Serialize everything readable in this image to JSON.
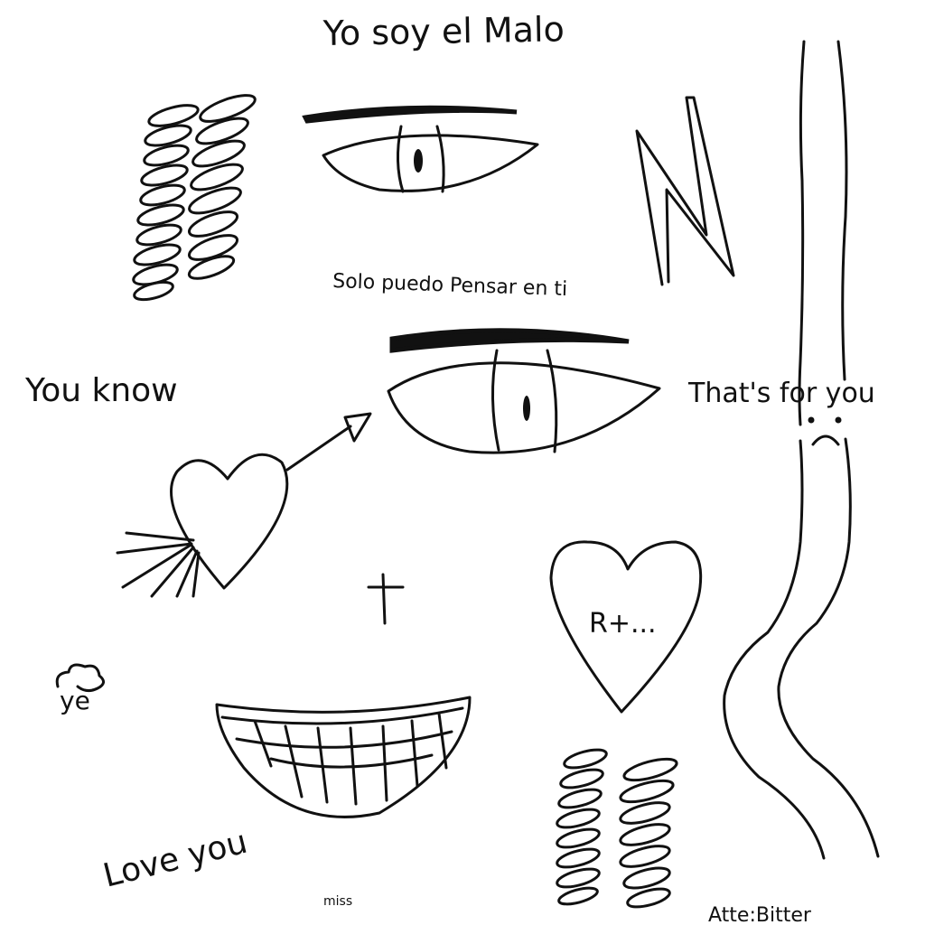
{
  "texts": {
    "title": "Yo soy el Malo",
    "line1": "Solo puedo Pensar en ti",
    "you_know": "You know",
    "thats_for_you": "That's for you",
    "heart_initial": "R+...",
    "ye": "ye",
    "love_you": "Love you",
    "miss": "miss",
    "signature": "Atte:Bitter"
  },
  "colors": {
    "ink": "#111111",
    "background": "#ffffff"
  }
}
